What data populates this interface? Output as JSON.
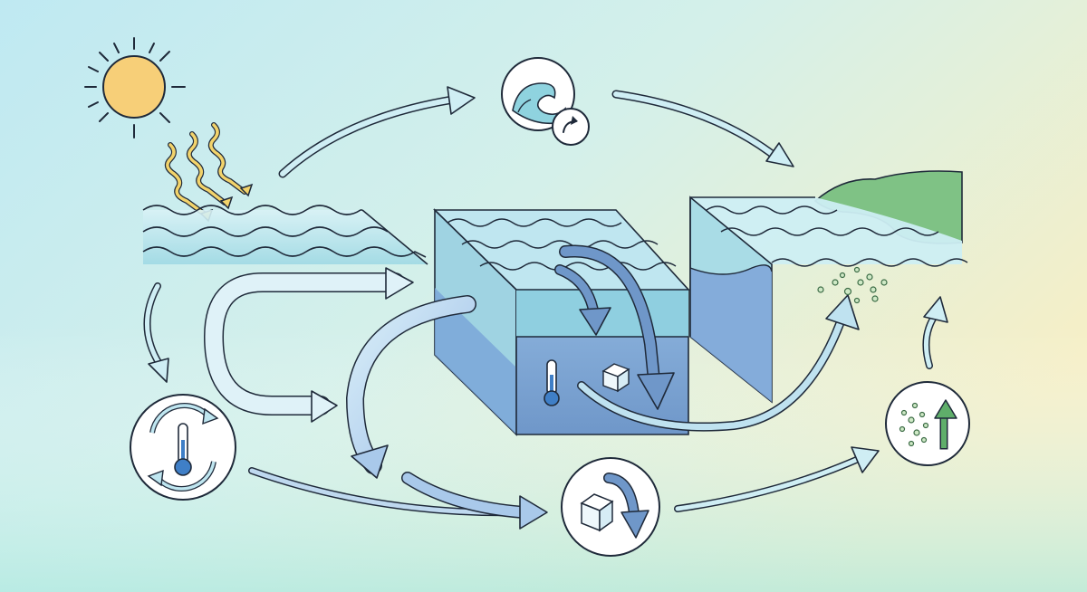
{
  "diagram": {
    "type": "ocean-circulation-process-illustration",
    "colors": {
      "bg_left": "#bfe9f2",
      "bg_right": "#f6efc6",
      "bg_bottom": "#aee9e0",
      "sun": "#f7cf78",
      "sun_rays": "#2a3344",
      "radiation": "#f2d36b",
      "water_surface": "#cdeef3",
      "water_mid": "#9fdbe6",
      "water_deep": "#7aa6d8",
      "land": "#7fc285",
      "arrow_light": "#d7f0f6",
      "arrow_mid": "#a9c9ea",
      "arrow_deep": "#6f97c9",
      "outline": "#1f2a3a",
      "thermometer": "#3f7fc7",
      "growth_arrow": "#5fae6a",
      "nutrient_dots": "#6aa070"
    },
    "nodes": [
      {
        "name": "sun-icon",
        "role": "solar heating"
      },
      {
        "name": "wave-cycle-icon",
        "role": "surface wave circulation"
      },
      {
        "name": "temperature-cycle-icon",
        "role": "temperature exchange"
      },
      {
        "name": "sinking-ice-icon",
        "role": "cold dense water sinking"
      },
      {
        "name": "nutrient-upwelling-icon",
        "role": "nutrient upwelling"
      },
      {
        "name": "coastline-land",
        "role": "coast"
      }
    ]
  }
}
